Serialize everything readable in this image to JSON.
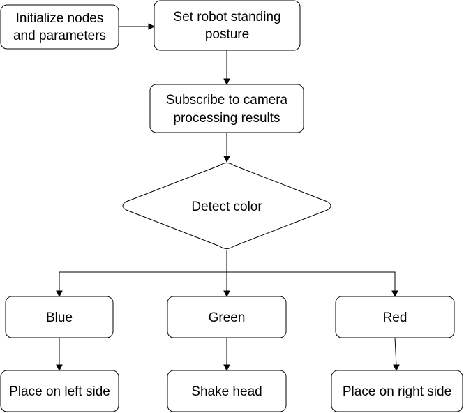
{
  "diagram": {
    "nodes": {
      "init": {
        "lines": [
          "Initialize nodes",
          "and parameters"
        ]
      },
      "posture": {
        "lines": [
          "Set robot standing",
          "posture"
        ]
      },
      "subscribe": {
        "lines": [
          "Subscribe to camera",
          "processing results"
        ]
      },
      "detect": {
        "lines": [
          "Detect color"
        ]
      },
      "blue": {
        "lines": [
          "Blue"
        ]
      },
      "green": {
        "lines": [
          "Green"
        ]
      },
      "red": {
        "lines": [
          "Red"
        ]
      },
      "left": {
        "lines": [
          "Place on left side"
        ]
      },
      "shake": {
        "lines": [
          "Shake head"
        ]
      },
      "right": {
        "lines": [
          "Place on right side"
        ]
      }
    },
    "edges": [
      {
        "from": "init",
        "to": "posture"
      },
      {
        "from": "posture",
        "to": "subscribe"
      },
      {
        "from": "subscribe",
        "to": "detect"
      },
      {
        "from": "detect",
        "to": "blue"
      },
      {
        "from": "detect",
        "to": "green"
      },
      {
        "from": "detect",
        "to": "red"
      },
      {
        "from": "blue",
        "to": "left"
      },
      {
        "from": "green",
        "to": "shake"
      },
      {
        "from": "red",
        "to": "right"
      }
    ]
  }
}
